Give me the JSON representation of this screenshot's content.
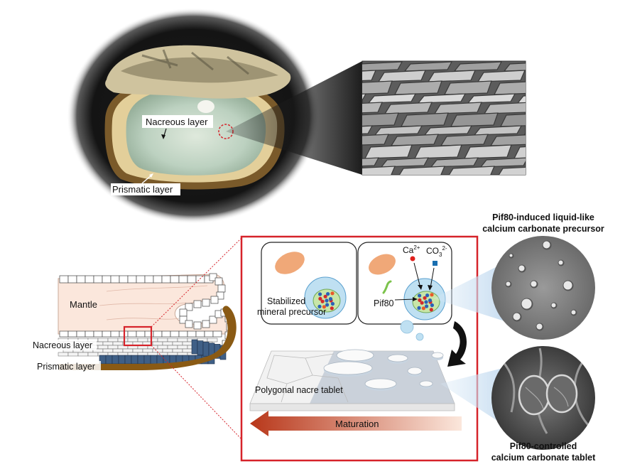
{
  "photo": {
    "nacreous_label": "Nacreous layer",
    "prismatic_label": "Prismatic layer"
  },
  "cross_section": {
    "mantle_label": "Mantle",
    "nacreous_label": "Nacreous layer",
    "prismatic_label": "Prismatic layer"
  },
  "process": {
    "panel1_label_line1": "Stabilized",
    "panel1_label_line2": "mineral precursor",
    "ion1": "Ca",
    "ion1_charge": "2+",
    "ion2": "CO",
    "ion2_sub": "3",
    "ion2_charge": "2-",
    "protein_label": "Pif80",
    "tablet_label": "Polygonal nacre tablet",
    "arrow_label": "Maturation"
  },
  "micrographs": {
    "top_title_line1": "Pif80-induced liquid-like",
    "top_title_line2": "calcium carbonate precursor",
    "bottom_title_line1": "Pif80-controlled",
    "bottom_title_line2": "calcium carbonate tablet"
  },
  "colors": {
    "frame_red": "#d6232a",
    "precursor_orange": "#f0a878",
    "vesicle_blue": "#bfe0f2",
    "nucleus_green": "#c8e6a8",
    "shell_brown": "#8a5a14",
    "ion_ca": "#e0201c",
    "ion_co3": "#1a6fb0"
  }
}
